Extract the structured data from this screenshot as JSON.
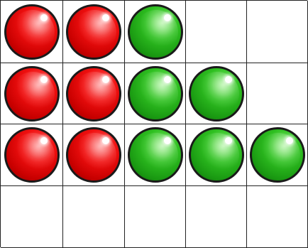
{
  "board": {
    "rows": 4,
    "columns": 5,
    "colors": {
      "red": "#e01010",
      "green": "#22b01a",
      "grid_line": "#222222",
      "background": "#ffffff"
    },
    "cells": [
      [
        "red",
        "red",
        "green",
        "empty",
        "empty"
      ],
      [
        "red",
        "red",
        "green",
        "green",
        "empty"
      ],
      [
        "red",
        "red",
        "green",
        "green",
        "green"
      ],
      [
        "empty",
        "empty",
        "empty",
        "empty",
        "empty"
      ]
    ]
  }
}
